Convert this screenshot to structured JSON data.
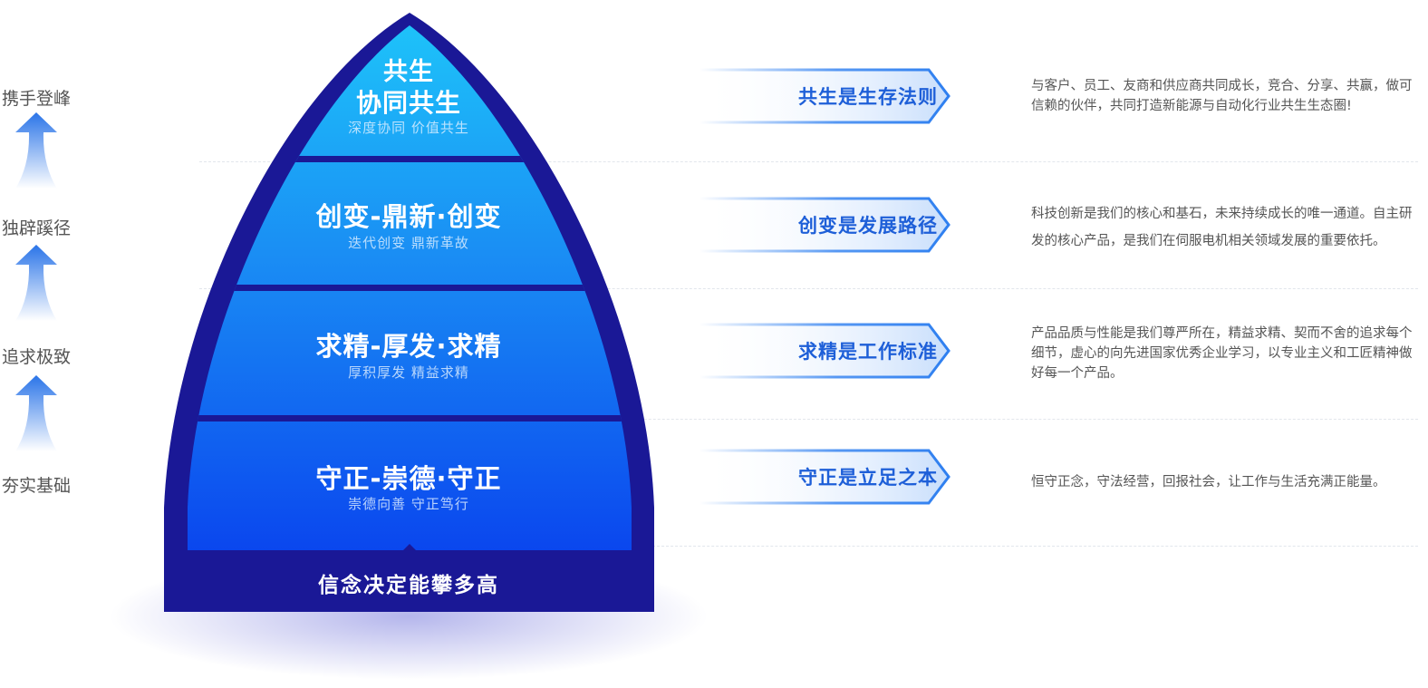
{
  "left_stages": [
    "携手登峰",
    "独辟蹊径",
    "追求极致",
    "夯实基础"
  ],
  "pyramid": {
    "top": {
      "line1": "共生",
      "title": "协同共生",
      "subtitle": "深度协同  价值共生"
    },
    "levels": [
      {
        "title": "创变-鼎新·创变",
        "subtitle": "迭代创变  鼎新革故"
      },
      {
        "title": "求精-厚发·求精",
        "subtitle": "厚积厚发  精益求精"
      },
      {
        "title": "守正-崇德·守正",
        "subtitle": "崇德向善  守正笃行"
      }
    ],
    "base": "信念决定能攀多高"
  },
  "tags": [
    "共生是生存法则",
    "创变是发展路径",
    "求精是工作标准",
    "守正是立足之本"
  ],
  "descriptions": [
    "与客户、员工、友商和供应商共同成长，竞合、分享、共赢，做可信赖的伙伴，共同打造新能源与自动化行业共生生态圈!",
    "科技创新是我们的核心和基石，未来持续成长的唯一通道。自主研发的核心产品，是我们在伺服电机相关领域发展的重要依托。",
    "产品品质与性能是我们尊严所在，精益求精、契而不舍的追求每个细节，虚心的向先进国家优秀企业学习，以专业主义和工匠精神做好每一个产品。",
    "恒守正念，守法经营，回报社会，让工作与生活充满正能量。"
  ],
  "colors": {
    "frame": "#1a1896",
    "top_tier": "#1ec8fa",
    "bottom_tier": "#0a44ee",
    "tag_border": "#2e7ff0",
    "tag_text": "#1e5fd8",
    "arrow": "#2a74e8"
  }
}
